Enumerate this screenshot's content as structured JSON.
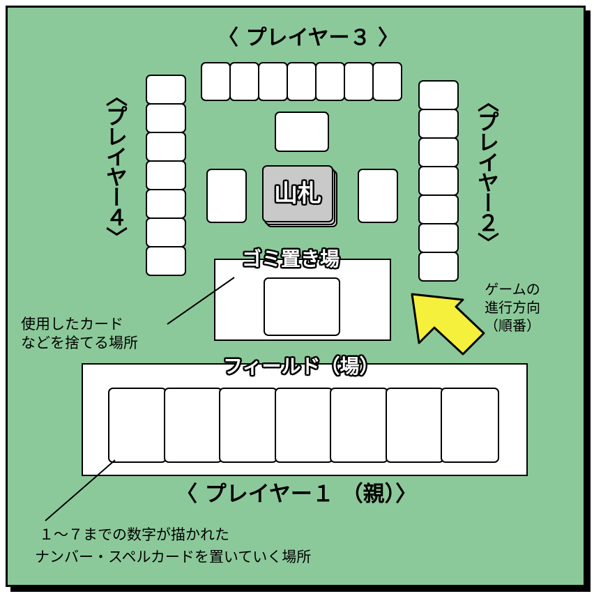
{
  "labels": {
    "player1": "〈 プレイヤー１ （親）〉",
    "player2": "〈プレイヤー２〉",
    "player3": "〈 プレイヤー３ 〉",
    "player4": "〈プレイヤー４〉",
    "deck": "山札",
    "discard": "ゴミ置き場",
    "field": "フィールド（場）"
  },
  "notes": {
    "discard_line1": "使用したカード",
    "discard_line2": "などを捨てる場所",
    "field_line1": "１～７までの数字が描かれた",
    "field_line2": "ナンバー・スペルカードを置いていく場所",
    "direction_line1": "ゲームの",
    "direction_line2": "進行方向",
    "direction_line3": "（順番）"
  },
  "colors": {
    "table": "#8cc99a",
    "arrow": "#f5f03c",
    "deck": "#c9c9c9"
  }
}
